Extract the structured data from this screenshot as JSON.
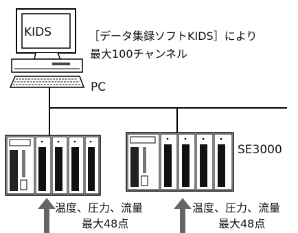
{
  "pc": {
    "screen_label": "KIDS",
    "caption": "PC"
  },
  "note": {
    "line1": "［データ集録ソフトKIDS］により",
    "line2": "最大100チャンネル"
  },
  "device_label": "SE3000",
  "inputs": [
    {
      "line1": "温度、圧力、流量",
      "line2": "最大48点"
    },
    {
      "line1": "温度、圧力、流量",
      "line2": "最大48点"
    }
  ]
}
